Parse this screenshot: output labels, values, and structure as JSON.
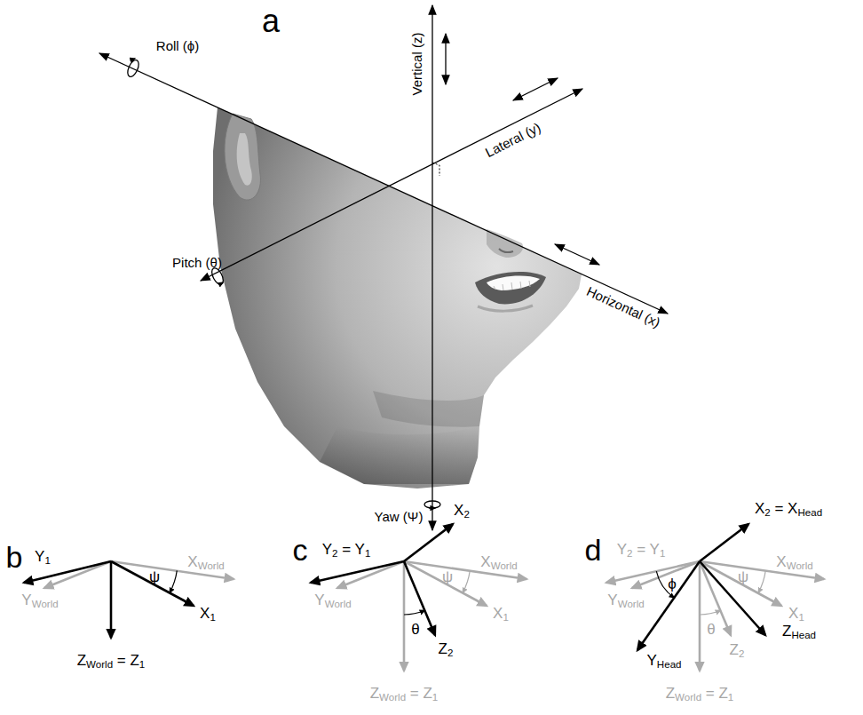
{
  "diagram": {
    "labels": [
      "a",
      "Vertical (z)",
      "Roll (ϕ)",
      "Lateral (y)",
      "Pitch (θ)",
      "Horizontal (x)",
      "Yaw (Ψ)",
      "b",
      "Y1",
      "XWorld",
      "YWorld",
      "ψ",
      "X1",
      "ZWorld = Z1",
      "c",
      "X2",
      "Y2 = Y1",
      "XWorld",
      "YWorld",
      "ψ",
      "X1",
      "θ",
      "Z2",
      "ZWorld = Z1",
      "d",
      "X2 = XHead",
      "Y2 = Y1",
      "XWorld",
      "YWorld",
      "ψ",
      "X1",
      "ϕ",
      "θ",
      "YHead",
      "ZHead",
      "Z2",
      "ZWorld = Z1"
    ]
  }
}
